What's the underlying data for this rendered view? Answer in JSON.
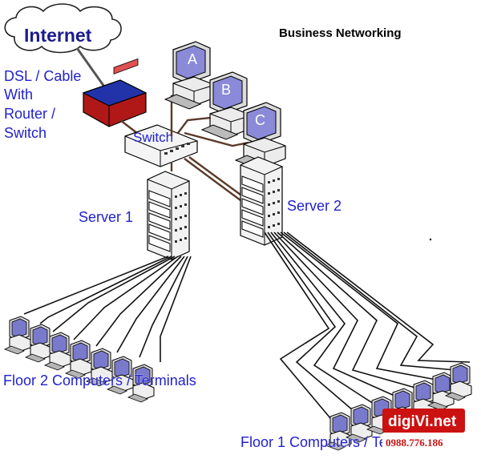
{
  "title": "Business Networking",
  "internet_label": "Internet",
  "router_label": [
    "DSL / Cable",
    "With",
    "Router /",
    "Switch"
  ],
  "switch_label": "Switch",
  "workstations": [
    "A",
    "B",
    "C"
  ],
  "server1_label": "Server 1",
  "server2_label": "Server 2",
  "floor2_label": "Floor 2 Computers / Terminals",
  "floor1_label": "Floor 1 Computers / Terminals",
  "watermark": {
    "brand": "digiVi.net",
    "phone": "0988.776.186",
    "colors": {
      "brand_bg": "#cc1111",
      "text": "#ffffff"
    }
  },
  "colors": {
    "label_blue": "#2222cc",
    "router_blue": "#2233aa",
    "router_red": "#b01818",
    "server_bg": "#f2f2f2",
    "workstation_screen": "#8a8ad8",
    "cable": "#111111",
    "cable_brown": "#5a3a2a"
  },
  "icons": [
    "cloud-icon",
    "router-icon",
    "switch-icon",
    "workstation-icon",
    "server-icon",
    "terminal-icon"
  ]
}
